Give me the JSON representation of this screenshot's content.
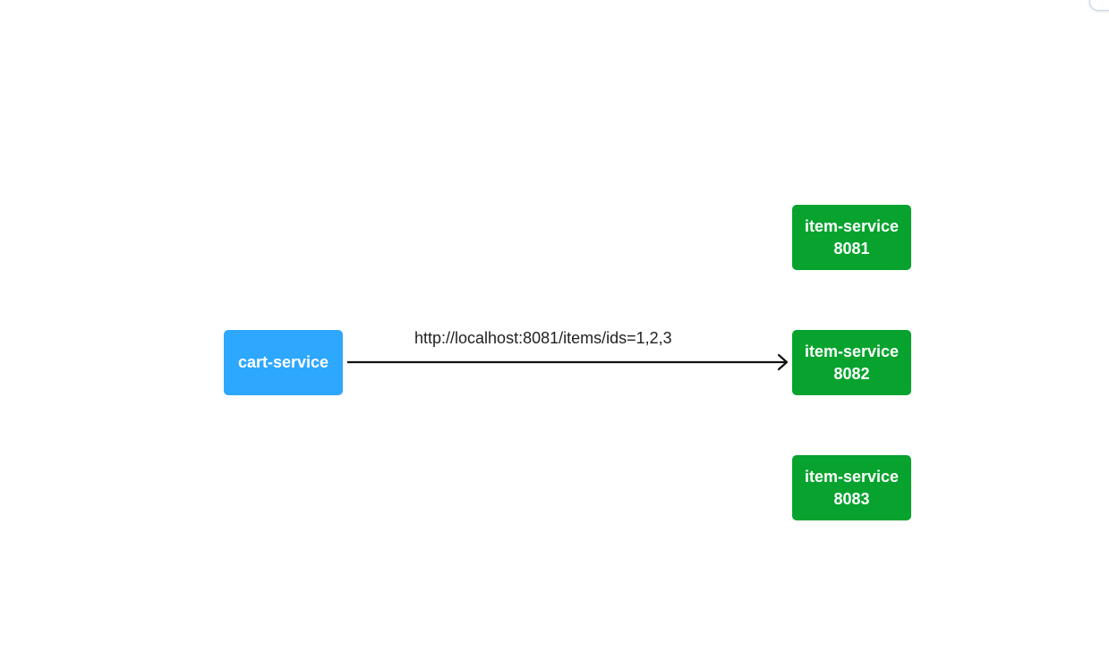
{
  "colors": {
    "cart_node": "#2ea7ff",
    "item_node": "#07a32e",
    "edge": "#111111",
    "label_text": "#222222"
  },
  "nodes": {
    "cart_service": {
      "label": "cart-service"
    },
    "item_services": [
      {
        "name": "item-service",
        "port": "8081"
      },
      {
        "name": "item-service",
        "port": "8082"
      },
      {
        "name": "item-service",
        "port": "8083"
      }
    ]
  },
  "edge": {
    "label": "http://localhost:8081/items/ids=1,2,3",
    "from": "cart-service",
    "to": "item-service 8082"
  }
}
